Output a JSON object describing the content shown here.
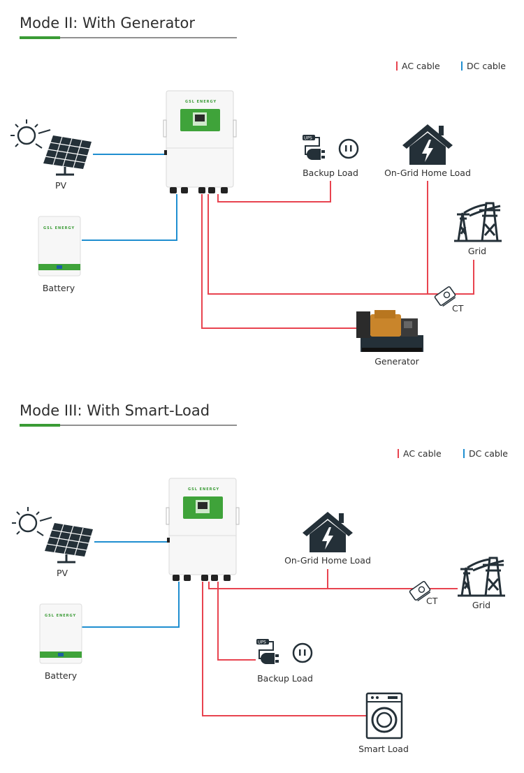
{
  "colors": {
    "ac_cable": "#e8434f",
    "dc_cable": "#1f8ed0",
    "accent": "#3a9b35",
    "icon": "#243038"
  },
  "mode2": {
    "title": "Mode II: With Generator",
    "legend": {
      "ac": "AC cable",
      "dc": "DC cable"
    },
    "inverter_brand": "GSL ENERGY",
    "battery_brand": "GSL ENERGY",
    "labels": {
      "pv": "PV",
      "battery": "Battery",
      "backup_load": "Backup Load",
      "ups": "UPS",
      "home_load": "On-Grid Home Load",
      "grid": "Grid",
      "ct": "CT",
      "generator": "Generator"
    }
  },
  "mode3": {
    "title": "Mode III: With Smart-Load",
    "legend": {
      "ac": "AC cable",
      "dc": "DC cable"
    },
    "inverter_brand": "GSL ENERGY",
    "battery_brand": "GSL ENERGY",
    "labels": {
      "pv": "PV",
      "battery": "Battery",
      "backup_load": "Backup Load",
      "ups": "UPS",
      "home_load": "On-Grid Home Load",
      "grid": "Grid",
      "ct": "CT",
      "smart_load": "Smart Load"
    }
  }
}
